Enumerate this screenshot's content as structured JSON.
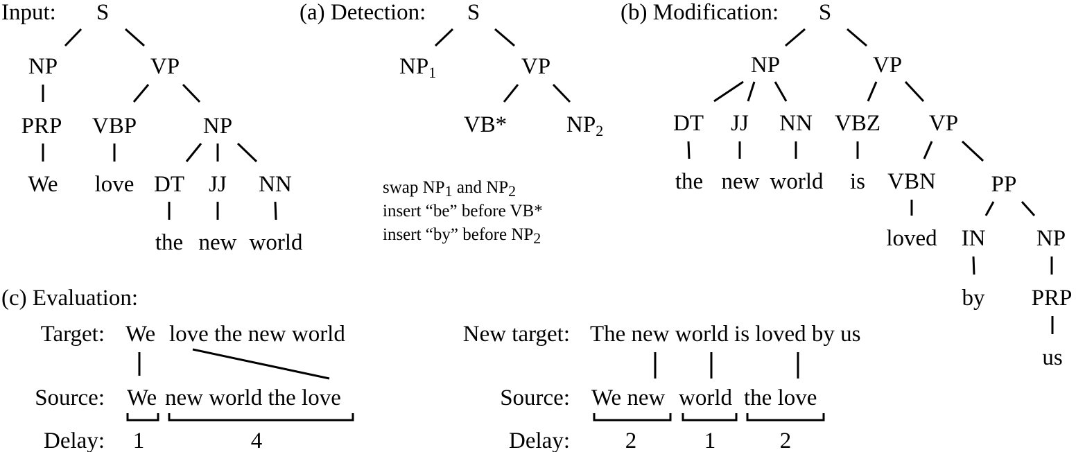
{
  "panels": {
    "input": "Input:",
    "detection": "(a) Detection:",
    "modification": "(b) Modification:",
    "evaluation": "(c) Evaluation:"
  },
  "trees": {
    "input": {
      "S": "S",
      "NP": "NP",
      "VP": "VP",
      "PRP": "PRP",
      "VBP": "VBP",
      "NP_obj": "NP",
      "DT": "DT",
      "JJ": "JJ",
      "NN": "NN",
      "w_we": "We",
      "w_love": "love",
      "w_the": "the",
      "w_new": "new",
      "w_world": "world"
    },
    "detection": {
      "S": "S",
      "NP1": {
        "base": "NP",
        "sub": "1"
      },
      "VP": "VP",
      "VBstar": "VB*",
      "NP2": {
        "base": "NP",
        "sub": "2"
      }
    },
    "modification": {
      "S": "S",
      "NP": "NP",
      "VP": "VP",
      "DT": "DT",
      "JJ": "JJ",
      "NN": "NN",
      "VBZ": "VBZ",
      "VP2": "VP",
      "w_the": "the",
      "w_new": "new",
      "w_world": "world",
      "w_is": "is",
      "VBN": "VBN",
      "PP": "PP",
      "w_loved": "loved",
      "IN": "IN",
      "NP_pp": "NP",
      "w_by": "by",
      "PRP": "PRP",
      "w_us": "us"
    }
  },
  "rules": {
    "r1": {
      "a": "swap NP",
      "s1": "1",
      "b": " and NP",
      "s2": "2"
    },
    "r2": {
      "text": "insert “be” before VB*"
    },
    "r3": {
      "a": "insert “by” before NP",
      "s": "2"
    }
  },
  "evaluation": {
    "left": {
      "target_label": "Target:",
      "target_w1": "We",
      "target_rest": "love the new world",
      "source_label": "Source:",
      "source_w1": "We",
      "source_rest": "new world the love",
      "delay_label": "Delay:",
      "delays": [
        "1",
        "4"
      ]
    },
    "right": {
      "target_label": "New target:",
      "target_text": "The new world is loved by us",
      "source_label": "Source:",
      "source_c1": "We new",
      "source_c2": "world",
      "source_c3": "the love",
      "delay_label": "Delay:",
      "delays": [
        "2",
        "1",
        "2"
      ]
    }
  }
}
